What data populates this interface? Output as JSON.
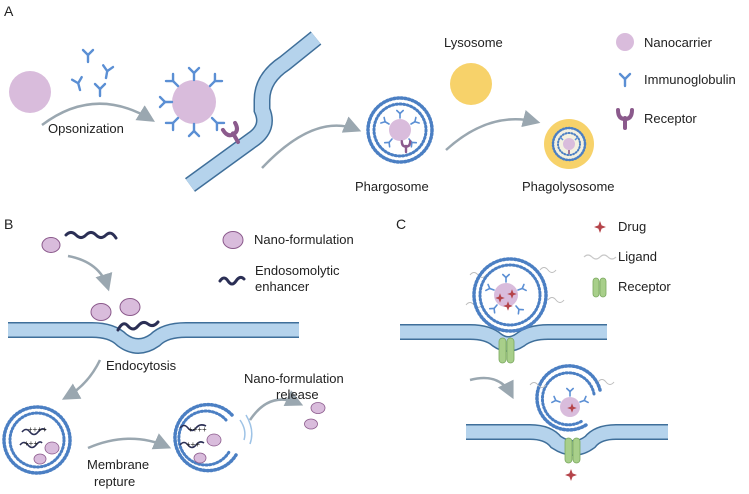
{
  "panels": {
    "a": {
      "letter": "A",
      "opsonization": "Opsonization",
      "phargosome": "Phargosome",
      "lysosome": "Lysosome",
      "phagolysosome": "Phagolysosome",
      "legend": {
        "nanocarrier": "Nanocarrier",
        "immunoglobulin": "Immunoglobulin",
        "receptor": "Receptor"
      }
    },
    "b": {
      "letter": "B",
      "legend": {
        "nano_formulation": "Nano-formulation",
        "enhancer_line1": "Endosomolytic",
        "enhancer_line2": "enhancer"
      },
      "endocytosis": "Endocytosis",
      "release_line1": "Nano-formulation",
      "release_line2": "release",
      "rupture_line1": "Membrane",
      "rupture_line2": "repture"
    },
    "c": {
      "letter": "C",
      "legend": {
        "drug": "Drug",
        "ligand": "Ligand",
        "receptor": "Receptor"
      }
    }
  },
  "colors": {
    "nanocarrier": "#d9bcdc",
    "antibody": "#5b8fd4",
    "receptor": "#8b5a8c",
    "membrane_fill": "#b5d3ec",
    "membrane_stroke": "#3f6f9a",
    "vesicle_dots": "#4b7fc3",
    "lysosome": "#f7d26a",
    "arrow": "#9aa7b0",
    "enhancer": "#2b2f55",
    "drug": "#b5444a",
    "receptor_c": "#a8cf8a"
  }
}
